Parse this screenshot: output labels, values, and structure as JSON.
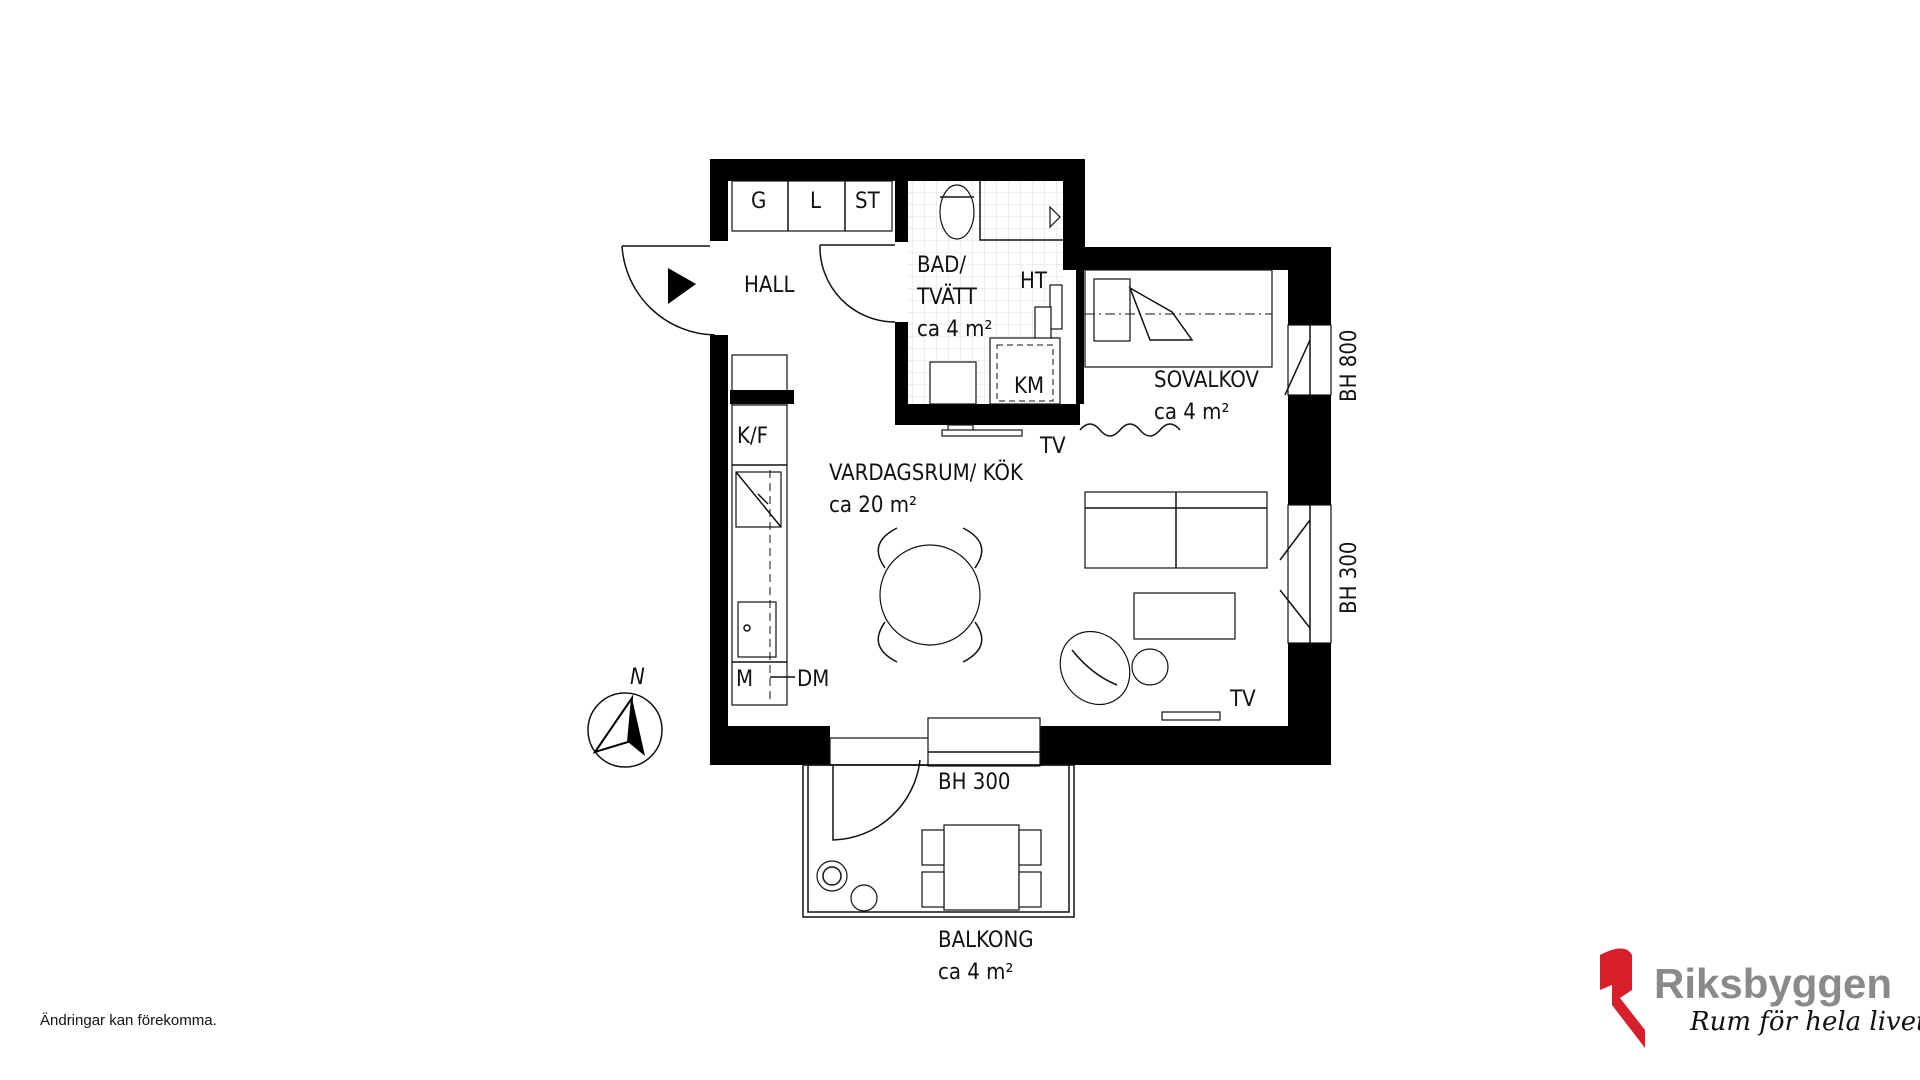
{
  "rooms": {
    "hall": {
      "name": "HALL"
    },
    "bath": {
      "name_line1": "BAD/",
      "name_line2": "TVÄTT",
      "area": "ca 4 m²"
    },
    "bedroom": {
      "name": "SOVALKOV",
      "area": "ca 4 m²"
    },
    "living": {
      "name": "VARDAGSRUM/ KÖK",
      "area": "ca 20 m²"
    },
    "balcony": {
      "name": "BALKONG",
      "area": "ca 4 m²"
    }
  },
  "labels": {
    "closet_g": "G",
    "closet_l": "L",
    "closet_st": "ST",
    "ht": "HT",
    "km": "KM",
    "kf": "K/F",
    "m": "M",
    "dm": "DM",
    "tv_1": "TV",
    "tv_2": "TV",
    "bh_window_bottom": "BH 300",
    "bh_window_right_top": "BH 800",
    "bh_window_right_bottom": "BH 300",
    "compass_n": "N"
  },
  "footnote": "Ändringar kan förekomma.",
  "logo": {
    "name": "Riksbyggen",
    "tagline": "Rum för hela livet",
    "brand_color": "#d71f2b",
    "word_color": "#8a8a8a"
  }
}
